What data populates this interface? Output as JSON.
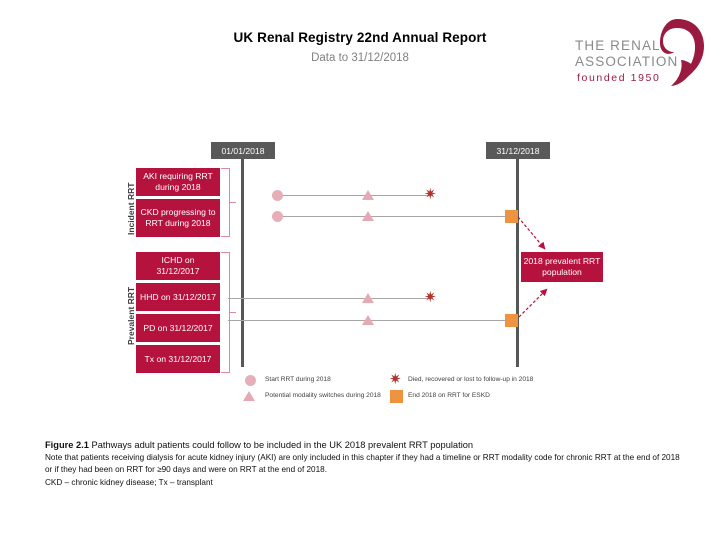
{
  "header": {
    "title": "UK Renal Registry 22nd Annual Report",
    "subtitle": "Data to 31/12/2018"
  },
  "logo": {
    "line1": "THE RENAL",
    "line2": "ASSOCIATION",
    "founded": "founded 1950",
    "brand_color": "#9b1b40",
    "text_color": "#8a8a8a"
  },
  "diagram": {
    "timeline_start_label": "01/01/2018",
    "timeline_end_label": "31/12/2018",
    "axis_color": "#555759",
    "date_box_color": "#595959",
    "box_color": "#b5123e",
    "sections": [
      {
        "side_label": "Incident RRT",
        "boxes": [
          {
            "label": "AKI requiring RRT during 2018"
          },
          {
            "label": "CKD progressing to RRT during 2018"
          }
        ]
      },
      {
        "side_label": "Prevalent RRT",
        "boxes": [
          {
            "label": "ICHD on 31/12/2017"
          },
          {
            "label": "HHD on 31/12/2017"
          },
          {
            "label": "PD on 31/12/2017"
          },
          {
            "label": "Tx on 31/12/2017"
          }
        ]
      }
    ],
    "pathways": [
      {
        "row": "incident-aki",
        "start_marker": "circle",
        "mid_marker": "triangle",
        "end_marker": "star"
      },
      {
        "row": "incident-ckd",
        "start_marker": "circle",
        "mid_marker": "triangle",
        "end_marker": "square"
      },
      {
        "row": "prevalent-hhd",
        "start_marker": "none",
        "mid_marker": "triangle",
        "end_marker": "star"
      },
      {
        "row": "prevalent-pd",
        "start_marker": "none",
        "mid_marker": "triangle",
        "end_marker": "square"
      }
    ],
    "outcome_box": "2018 prevalent RRT population",
    "arrow_color": "#b5123e"
  },
  "legend": {
    "items": [
      {
        "marker": "circle",
        "label": "Start RRT during 2018",
        "color": "#e6aeb9"
      },
      {
        "marker": "triangle",
        "label": "Potential modality switches during 2018",
        "color": "#e5a9b5"
      },
      {
        "marker": "star",
        "label": "Died, recovered or lost to follow-up in 2018",
        "color": "#b0342c"
      },
      {
        "marker": "square",
        "label": "End 2018 on RRT for ESKD",
        "color": "#ee9340"
      }
    ]
  },
  "caption": {
    "figure_number": "Figure 2.1",
    "title": " Pathways adult patients could follow to be included in the UK 2018 prevalent RRT population",
    "note": "Note that patients receiving dialysis for acute kidney injury (AKI) are only included in this chapter if they had a timeline or RRT modality code for chronic RRT at the end of 2018 or if they had been on RRT for ≥90 days and were on RRT at the end of 2018.",
    "abbreviations": "CKD – chronic kidney disease; Tx – transplant"
  }
}
